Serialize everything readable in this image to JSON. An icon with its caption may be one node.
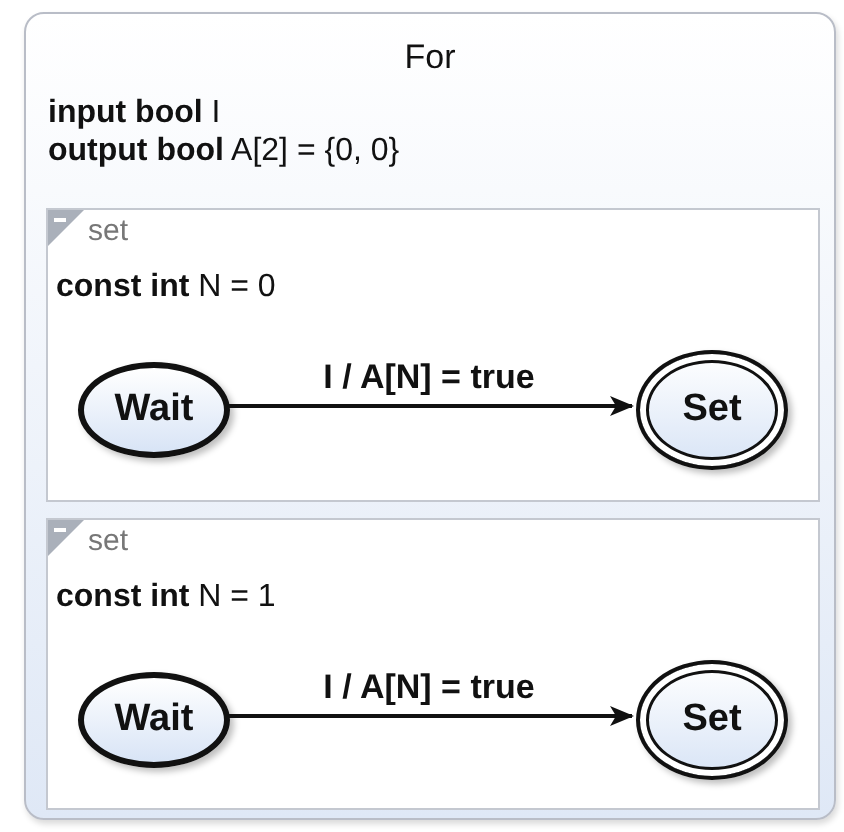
{
  "diagram": {
    "nodes": [
      {
        "text": [
          "For",
          "**input bool** I",
          "**output bool** A[2] = {0, 0}"
        ]
      },
      {
        "text": [
          "set",
          "**const int** N = 0"
        ],
        "in": 0
      },
      {
        "text": [
          "Wait"
        ],
        "in": 1
      },
      {
        "text": [
          "Set"
        ],
        "in": 1
      },
      {
        "text": [
          "set",
          "**const int** N = 1"
        ],
        "in": 0
      },
      {
        "text": [
          "Wait"
        ],
        "in": 4
      },
      {
        "text": [
          "Set"
        ],
        "in": 4
      }
    ],
    "edges": [
      {
        "from": 2,
        "to": 3,
        "arrow": "to",
        "label": "I / A[N] = true"
      },
      {
        "from": 5,
        "to": 6,
        "arrow": "to",
        "label": "I / A[N] = true"
      }
    ]
  }
}
